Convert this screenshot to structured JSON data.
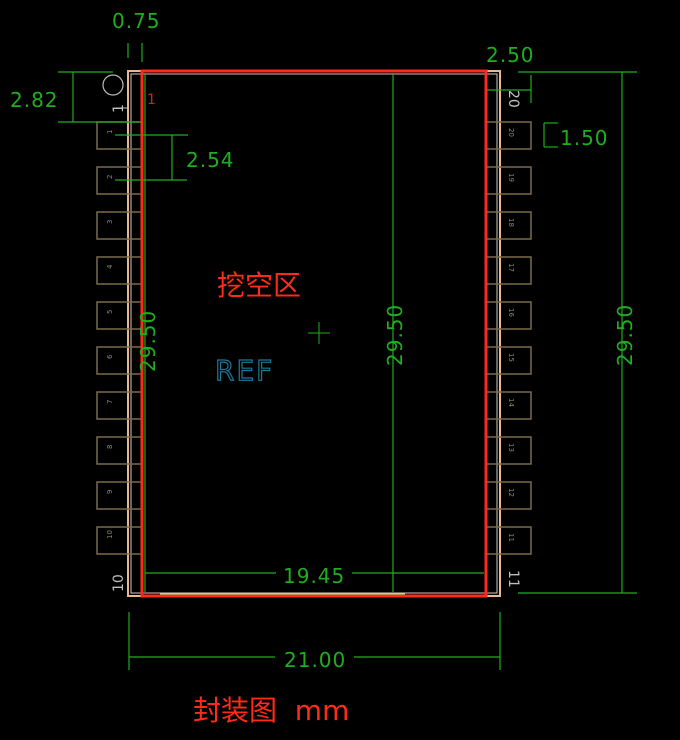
{
  "dimensions": {
    "pin_width": "0.75",
    "first_pin_offset": "2.82",
    "pitch": "2.54",
    "right_margin": "2.50",
    "pad_height": "1.50",
    "height_left": "29.50",
    "height_center": "29.50",
    "height_right": "29.50",
    "inner_width": "19.45",
    "total_width": "21.00"
  },
  "labels": {
    "cutout_area": "挖空区",
    "reference": "REF",
    "pin1_marker": "1",
    "caption": "封装图  mm"
  },
  "pins": {
    "left": [
      "1",
      "2",
      "3",
      "4",
      "5",
      "6",
      "7",
      "8",
      "9",
      "10"
    ],
    "right": [
      "20",
      "19",
      "18",
      "17",
      "16",
      "15",
      "14",
      "13",
      "12",
      "11"
    ],
    "corner_top_left": "1",
    "corner_bottom_left": "10",
    "corner_top_right": "20",
    "corner_bottom_right": "11"
  },
  "colors": {
    "dimension": "#1fae1f",
    "cutout": "#ff2a1a",
    "outline": "#e8b890",
    "pad": "#7a6a4a",
    "ref": "#1a7a9a"
  }
}
